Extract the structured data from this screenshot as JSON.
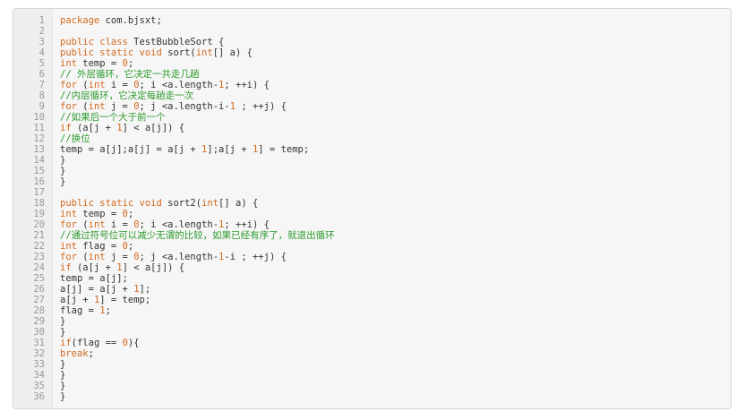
{
  "code": {
    "lines": [
      {
        "n": "1",
        "tokens": [
          {
            "t": "kw",
            "v": "package"
          },
          {
            "t": "pl",
            "v": " com.bjsxt;"
          }
        ]
      },
      {
        "n": "2",
        "tokens": []
      },
      {
        "n": "3",
        "tokens": [
          {
            "t": "kw",
            "v": "public class"
          },
          {
            "t": "pl",
            "v": " TestBubbleSort {"
          }
        ]
      },
      {
        "n": "4",
        "tokens": [
          {
            "t": "kw",
            "v": "public static void"
          },
          {
            "t": "pl",
            "v": " sort("
          },
          {
            "t": "kw",
            "v": "int"
          },
          {
            "t": "pl",
            "v": "[] a) {"
          }
        ]
      },
      {
        "n": "5",
        "tokens": [
          {
            "t": "kw",
            "v": "int"
          },
          {
            "t": "pl",
            "v": " temp = "
          },
          {
            "t": "num",
            "v": "0"
          },
          {
            "t": "pl",
            "v": ";"
          }
        ]
      },
      {
        "n": "6",
        "tokens": [
          {
            "t": "cm",
            "v": "// 外层循环，它决定一共走几趟"
          }
        ]
      },
      {
        "n": "7",
        "tokens": [
          {
            "t": "kw",
            "v": "for"
          },
          {
            "t": "pl",
            "v": " ("
          },
          {
            "t": "kw",
            "v": "int"
          },
          {
            "t": "pl",
            "v": " i = "
          },
          {
            "t": "num",
            "v": "0"
          },
          {
            "t": "pl",
            "v": "; i <a.length-"
          },
          {
            "t": "num",
            "v": "1"
          },
          {
            "t": "pl",
            "v": "; ++i) {"
          }
        ]
      },
      {
        "n": "8",
        "tokens": [
          {
            "t": "cm",
            "v": "//内层循环，它决定每趟走一次"
          }
        ]
      },
      {
        "n": "9",
        "tokens": [
          {
            "t": "kw",
            "v": "for"
          },
          {
            "t": "pl",
            "v": " ("
          },
          {
            "t": "kw",
            "v": "int"
          },
          {
            "t": "pl",
            "v": " j = "
          },
          {
            "t": "num",
            "v": "0"
          },
          {
            "t": "pl",
            "v": "; j <a.length-i-"
          },
          {
            "t": "num",
            "v": "1"
          },
          {
            "t": "pl",
            "v": " ; ++j) {"
          }
        ]
      },
      {
        "n": "10",
        "tokens": [
          {
            "t": "cm",
            "v": "//如果后一个大于前一个"
          }
        ]
      },
      {
        "n": "11",
        "tokens": [
          {
            "t": "kw",
            "v": "if"
          },
          {
            "t": "pl",
            "v": " (a[j + "
          },
          {
            "t": "num",
            "v": "1"
          },
          {
            "t": "pl",
            "v": "] < a[j]) {"
          }
        ]
      },
      {
        "n": "12",
        "tokens": [
          {
            "t": "cm",
            "v": "//换位"
          }
        ]
      },
      {
        "n": "13",
        "tokens": [
          {
            "t": "pl",
            "v": "temp = a[j];a[j] = a[j + "
          },
          {
            "t": "num",
            "v": "1"
          },
          {
            "t": "pl",
            "v": "];a[j + "
          },
          {
            "t": "num",
            "v": "1"
          },
          {
            "t": "pl",
            "v": "] = temp;"
          }
        ]
      },
      {
        "n": "14",
        "tokens": [
          {
            "t": "pl",
            "v": "}"
          }
        ]
      },
      {
        "n": "15",
        "tokens": [
          {
            "t": "pl",
            "v": "}"
          }
        ]
      },
      {
        "n": "16",
        "tokens": [
          {
            "t": "pl",
            "v": "}"
          }
        ]
      },
      {
        "n": "17",
        "tokens": []
      },
      {
        "n": "18",
        "tokens": [
          {
            "t": "kw",
            "v": "public static void"
          },
          {
            "t": "pl",
            "v": " sort2("
          },
          {
            "t": "kw",
            "v": "int"
          },
          {
            "t": "pl",
            "v": "[] a) {"
          }
        ]
      },
      {
        "n": "19",
        "tokens": [
          {
            "t": "kw",
            "v": "int"
          },
          {
            "t": "pl",
            "v": " temp = "
          },
          {
            "t": "num",
            "v": "0"
          },
          {
            "t": "pl",
            "v": ";"
          }
        ]
      },
      {
        "n": "20",
        "tokens": [
          {
            "t": "kw",
            "v": "for"
          },
          {
            "t": "pl",
            "v": " ("
          },
          {
            "t": "kw",
            "v": "int"
          },
          {
            "t": "pl",
            "v": " i = "
          },
          {
            "t": "num",
            "v": "0"
          },
          {
            "t": "pl",
            "v": "; i <a.length-"
          },
          {
            "t": "num",
            "v": "1"
          },
          {
            "t": "pl",
            "v": "; ++i) {"
          }
        ]
      },
      {
        "n": "21",
        "tokens": [
          {
            "t": "cm",
            "v": "//通过符号位可以减少无谓的比较，如果已经有序了，就退出循环"
          }
        ]
      },
      {
        "n": "22",
        "tokens": [
          {
            "t": "kw",
            "v": "int"
          },
          {
            "t": "pl",
            "v": " flag = "
          },
          {
            "t": "num",
            "v": "0"
          },
          {
            "t": "pl",
            "v": ";"
          }
        ]
      },
      {
        "n": "23",
        "tokens": [
          {
            "t": "kw",
            "v": "for"
          },
          {
            "t": "pl",
            "v": " ("
          },
          {
            "t": "kw",
            "v": "int"
          },
          {
            "t": "pl",
            "v": " j = "
          },
          {
            "t": "num",
            "v": "0"
          },
          {
            "t": "pl",
            "v": "; j <a.length-"
          },
          {
            "t": "num",
            "v": "1"
          },
          {
            "t": "pl",
            "v": "-i ; ++j) {"
          }
        ]
      },
      {
        "n": "24",
        "tokens": [
          {
            "t": "kw",
            "v": "if"
          },
          {
            "t": "pl",
            "v": " (a[j + "
          },
          {
            "t": "num",
            "v": "1"
          },
          {
            "t": "pl",
            "v": "] < a[j]) {"
          }
        ]
      },
      {
        "n": "25",
        "tokens": [
          {
            "t": "pl",
            "v": "temp = a[j];"
          }
        ]
      },
      {
        "n": "26",
        "tokens": [
          {
            "t": "pl",
            "v": "a[j] = a[j + "
          },
          {
            "t": "num",
            "v": "1"
          },
          {
            "t": "pl",
            "v": "];"
          }
        ]
      },
      {
        "n": "27",
        "tokens": [
          {
            "t": "pl",
            "v": "a[j + "
          },
          {
            "t": "num",
            "v": "1"
          },
          {
            "t": "pl",
            "v": "] = temp;"
          }
        ]
      },
      {
        "n": "28",
        "tokens": [
          {
            "t": "pl",
            "v": "flag = "
          },
          {
            "t": "num",
            "v": "1"
          },
          {
            "t": "pl",
            "v": ";"
          }
        ]
      },
      {
        "n": "29",
        "tokens": [
          {
            "t": "pl",
            "v": "}"
          }
        ]
      },
      {
        "n": "30",
        "tokens": [
          {
            "t": "pl",
            "v": "}"
          }
        ]
      },
      {
        "n": "31",
        "tokens": [
          {
            "t": "kw",
            "v": "if"
          },
          {
            "t": "pl",
            "v": "(flag == "
          },
          {
            "t": "num",
            "v": "0"
          },
          {
            "t": "pl",
            "v": "){"
          }
        ]
      },
      {
        "n": "32",
        "tokens": [
          {
            "t": "kw",
            "v": "break"
          },
          {
            "t": "pl",
            "v": ";"
          }
        ]
      },
      {
        "n": "33",
        "tokens": [
          {
            "t": "pl",
            "v": "}"
          }
        ]
      },
      {
        "n": "34",
        "tokens": [
          {
            "t": "pl",
            "v": "}"
          }
        ]
      },
      {
        "n": "35",
        "tokens": [
          {
            "t": "pl",
            "v": "}"
          }
        ]
      },
      {
        "n": "36",
        "tokens": [
          {
            "t": "pl",
            "v": "}"
          }
        ]
      }
    ]
  },
  "colors": {
    "keyword": "#d36a1f",
    "number": "#d36a1f",
    "comment": "#2e9b2e",
    "plain": "#333333",
    "line_number": "#999999",
    "background": "#f6f6f6"
  }
}
